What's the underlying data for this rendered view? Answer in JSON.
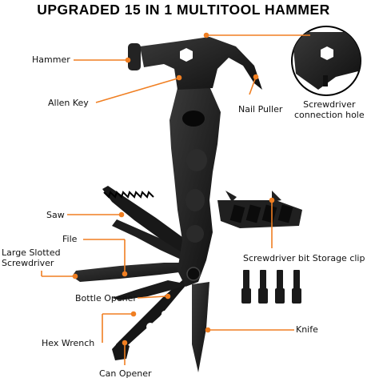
{
  "title": "UPGRADED 15 IN 1 MULTITOOL HAMMER",
  "accent_color": "#f07f22",
  "tool_color": "#1c1c1c",
  "labels": {
    "hammer": "Hammer",
    "allen_key": "Allen Key",
    "nail_puller": "Nail Puller",
    "screwdriver_connection_hole": "Screwdriver\nconnection hole",
    "saw": "Saw",
    "file": "File",
    "large_slotted_screwdriver": "Large Slotted\nScrewdriver",
    "screwdriver_bit_storage_clip": "Screwdriver bit Storage clip",
    "bottle_opener": "Bottle Opener",
    "hex_wrench": "Hex Wrench",
    "knife": "Knife",
    "can_opener": "Can Opener"
  }
}
